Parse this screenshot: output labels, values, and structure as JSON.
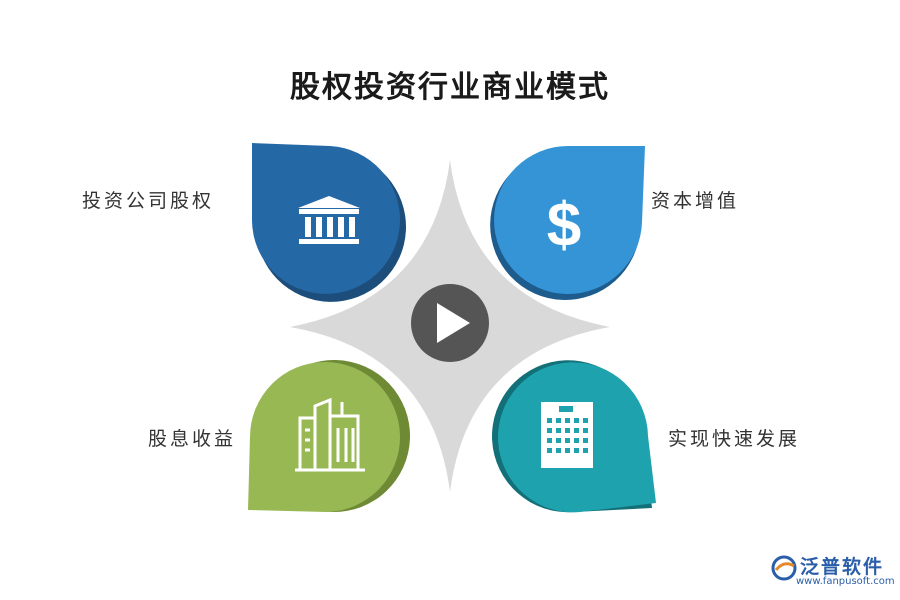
{
  "title": "股权投资行业商业模式",
  "items": [
    {
      "label": "投资公司股权",
      "icon": "bank-building-icon",
      "color": "#2468a6"
    },
    {
      "label": "资本增值",
      "icon": "dollar-sign-icon",
      "color": "#3494d6"
    },
    {
      "label": "股息收益",
      "icon": "city-buildings-icon",
      "color": "#98b854"
    },
    {
      "label": "实现快速发展",
      "icon": "office-building-icon",
      "color": "#1ea3ae"
    }
  ],
  "center": {
    "icon": "play-icon",
    "color": "#555555",
    "star_color": "#d9d9d9"
  },
  "watermark": {
    "brand": "泛普软件",
    "url": "www.fanpusoft.com"
  }
}
